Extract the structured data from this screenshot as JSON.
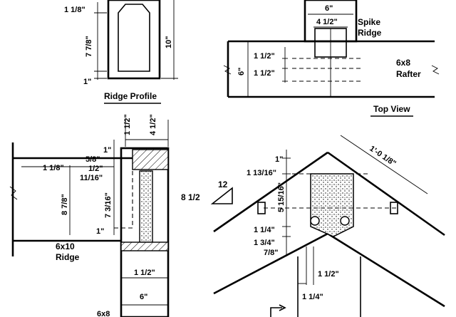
{
  "ridge_profile": {
    "title": "Ridge Profile",
    "dims": {
      "top": "1 1/8\"",
      "middle": "7 7/8\"",
      "bottom": "1\"",
      "overall": "10\""
    }
  },
  "top_view": {
    "title": "Top View",
    "dims": {
      "width": "6\"",
      "tenon": "4 1/2\"",
      "depth": "6\"",
      "upper": "1 1/2\"",
      "lower": "1 1/2\""
    },
    "labels": {
      "spike": "Spike",
      "ridge": "Ridge",
      "member": "6x8",
      "member_sub": "Rafter"
    }
  },
  "side_section": {
    "dims": {
      "top_a": "1 1/2\"",
      "top_b": "4 1/2\"",
      "v1": "1\"",
      "v2": "5/8\"",
      "v3": "1/2\"",
      "v4": "11/16\"",
      "left": "1 1/8\"",
      "height": "8 7/8\"",
      "inner": "7 3/16\"",
      "bottom": "1\"",
      "base_inner": "1 1/2\"",
      "base": "6\""
    },
    "labels": {
      "member": "6x10",
      "member_sub": "Ridge",
      "bottom_member": "6x8"
    }
  },
  "elevation": {
    "dims": {
      "diag": "1'-0 1/8\"",
      "d1": "1\"",
      "d2": "1 13/16\"",
      "d3": "5 15/16\"",
      "d4": "1 1/4\"",
      "d5": "1 3/4\"",
      "d6": "7/8\"",
      "bot1": "1 1/2\"",
      "bot2": "1 1/4\""
    },
    "pitch": {
      "rise": "8 1/2",
      "run": "12"
    }
  }
}
